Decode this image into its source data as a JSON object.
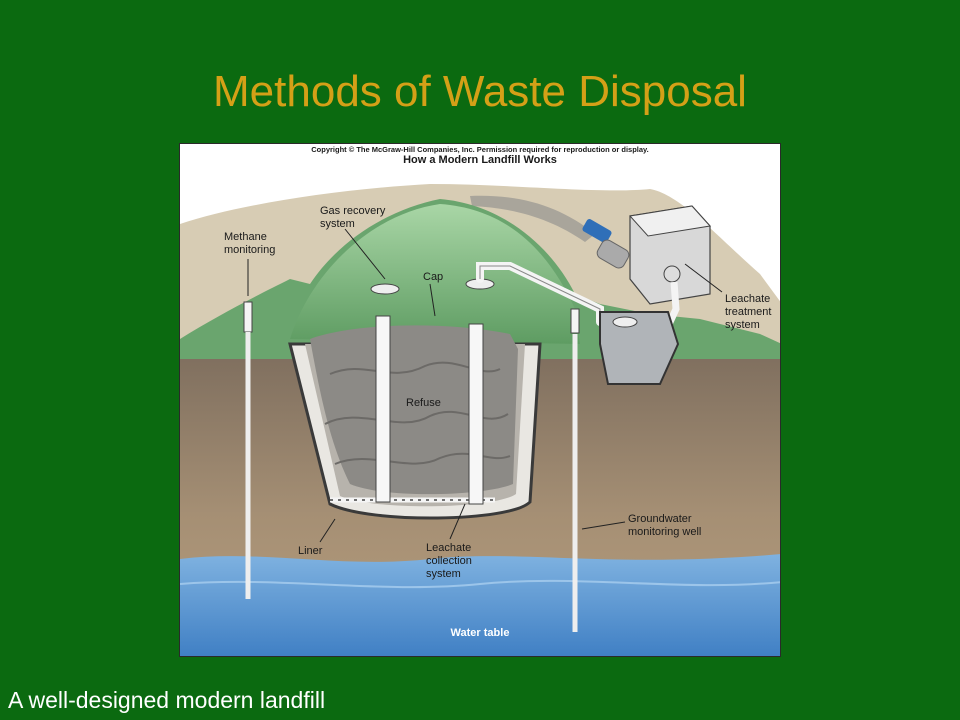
{
  "slide": {
    "title": "Methods of Waste Disposal",
    "caption": "A well-designed modern landfill"
  },
  "figure": {
    "copyright": "Copyright © The McGraw-Hill Companies, Inc. Permission required for reproduction or display.",
    "heading": "How a Modern Landfill Works",
    "labels": {
      "gas_recovery_1": "Gas recovery",
      "gas_recovery_2": "system",
      "methane_1": "Methane",
      "methane_2": "monitoring",
      "cap": "Cap",
      "refuse": "Refuse",
      "leachate_treatment_1": "Leachate",
      "leachate_treatment_2": "treatment",
      "leachate_treatment_3": "system",
      "groundwater_1": "Groundwater",
      "groundwater_2": "monitoring well",
      "liner": "Liner",
      "leachate_collection_1": "Leachate",
      "leachate_collection_2": "collection",
      "leachate_collection_3": "system",
      "water_table": "Water table"
    }
  },
  "colors": {
    "background": "#0b6a10",
    "title": "#d4a017",
    "caption": "#ffffff",
    "soil": "#9b8770",
    "grass": "#6aa56e",
    "water": "#5a95d0"
  }
}
